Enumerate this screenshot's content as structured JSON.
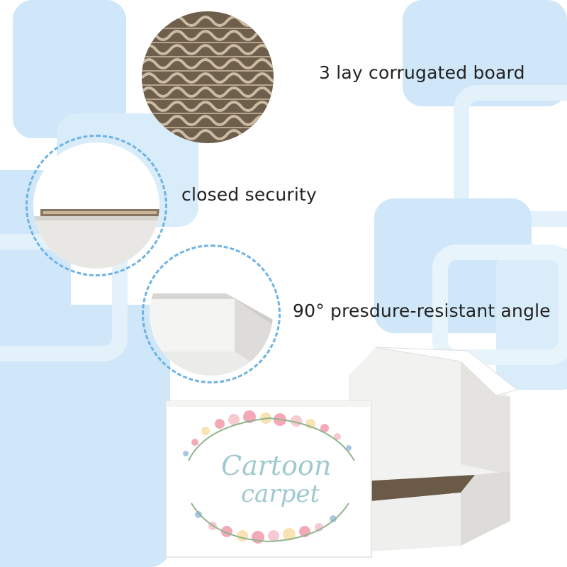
{
  "features": [
    {
      "label": "3 lay corrugated board",
      "icon": "corrugated-board-cross-section"
    },
    {
      "label": "closed security",
      "icon": "closed-box-edge"
    },
    {
      "label": "90° presdure-resistant angle",
      "icon": "box-corner-angle"
    }
  ],
  "product": {
    "brand_line1": "Cartoon",
    "brand_line2": "carpet"
  },
  "colors": {
    "accent_blue": "#6fb3e3",
    "panel_blue": "#cfe7f8",
    "panel_light": "#e3f1fb",
    "cardboard": "#a08a70",
    "floral_pink": "#f3a9b8"
  }
}
